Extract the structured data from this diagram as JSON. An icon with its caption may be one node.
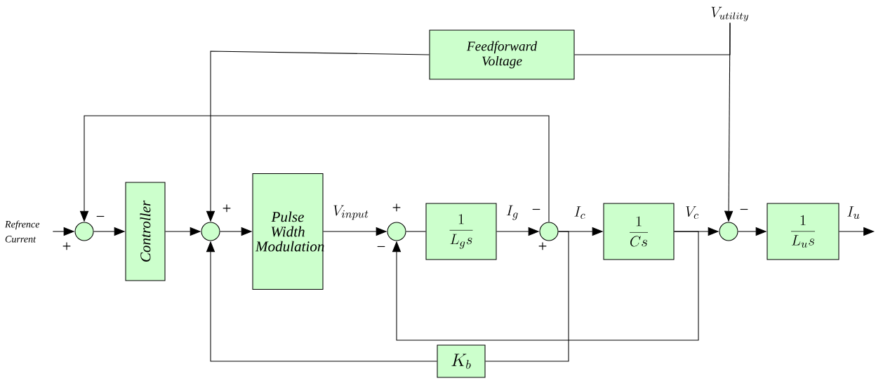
{
  "diagram": {
    "nodes": [
      {
        "text": [
          "Refrence Current"
        ]
      },
      {
        "text": [
          "V_{utility}"
        ]
      },
      {
        "text": [
          "Feedforward Voltage"
        ]
      },
      {
        "text": [],
        "shape": "circle",
        "beside": [
          "−",
          "+"
        ]
      },
      {
        "text": [
          "Controller"
        ]
      },
      {
        "text": [],
        "shape": "circle",
        "beside": [
          "+"
        ]
      },
      {
        "text": [
          "Pulse Width Modulation"
        ]
      },
      {
        "text": [],
        "shape": "circle",
        "beside": [
          "+",
          "−"
        ]
      },
      {
        "text": [
          "\\frac{1}{L_g s}"
        ]
      },
      {
        "text": [],
        "shape": "circle",
        "beside": [
          "−",
          "+"
        ]
      },
      {
        "text": [
          "\\frac{1}{Cs}"
        ]
      },
      {
        "text": [],
        "shape": "circle",
        "beside": [
          "−"
        ]
      },
      {
        "text": [
          "\\frac{1}{L_u s}"
        ]
      },
      {
        "text": [
          "K_b"
        ]
      }
    ],
    "edges": [
      {
        "from": 0,
        "to": 3,
        "arrow": "to"
      },
      {
        "from": 3,
        "to": 4,
        "arrow": "to"
      },
      {
        "from": 4,
        "to": 5,
        "arrow": "to"
      },
      {
        "from": 5,
        "to": 6,
        "arrow": "to"
      },
      {
        "from": 6,
        "to": 7,
        "arrow": "to",
        "label": "V_{input}"
      },
      {
        "from": 7,
        "to": 8,
        "arrow": "none"
      },
      {
        "from": 8,
        "to": 9,
        "arrow": "to",
        "label": "I_g"
      },
      {
        "from": 9,
        "to": 10,
        "arrow": "to",
        "label": "I_c"
      },
      {
        "from": 10,
        "to": 11,
        "arrow": "to",
        "label": "V_c"
      },
      {
        "from": 11,
        "to": 12,
        "arrow": "to"
      },
      {
        "from": 12,
        "to": null,
        "arrow": "to",
        "label": "I_u"
      },
      {
        "from": 1,
        "to": 11,
        "arrow": "to"
      },
      {
        "from": 1,
        "to": 2,
        "arrow": "none"
      },
      {
        "from": 2,
        "to": 5,
        "arrow": "to"
      },
      {
        "from": 9,
        "to": 3,
        "arrow": "to"
      },
      {
        "from": 9,
        "to": 13,
        "arrow": "none"
      },
      {
        "from": 13,
        "to": 5,
        "arrow": "to"
      },
      {
        "from": 10,
        "to": 7,
        "arrow": "to"
      }
    ]
  }
}
